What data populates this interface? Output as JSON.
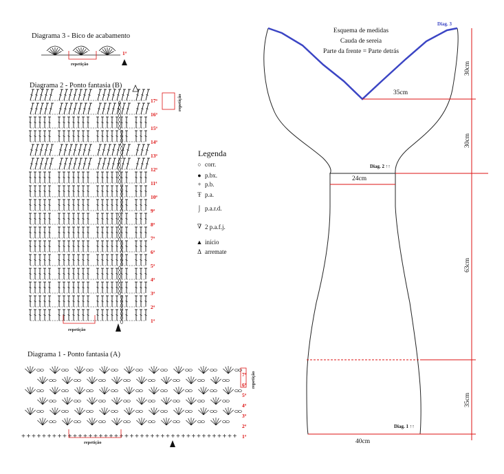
{
  "diagram3": {
    "title": "Diagrama 3 - Bico de acabamento",
    "repeat": "repetição",
    "row": "1ª"
  },
  "diagram2": {
    "title": "Diagrama 2 - Ponto fantasia (B)",
    "rows": [
      "1ª",
      "2ª",
      "3ª",
      "4ª",
      "5ª",
      "6ª",
      "7ª",
      "8ª",
      "9ª",
      "10ª",
      "11ª",
      "12ª",
      "13ª",
      "14ª",
      "15ª",
      "16ª",
      "17ª"
    ],
    "repeat": "repetição"
  },
  "diagram1": {
    "title": "Diagrama 1 - Ponto fantasia (A)",
    "rows": [
      "1ª",
      "2ª",
      "3ª",
      "4ª",
      "5ª",
      "6ª",
      "7ª"
    ],
    "repeat": "repetição"
  },
  "legend": {
    "title": "Legenda",
    "items": [
      {
        "symbol": "○",
        "label": "corr."
      },
      {
        "symbol": "●",
        "label": "p.bx."
      },
      {
        "symbol": "+",
        "label": "p.b."
      },
      {
        "symbol": "Ŧ",
        "label": "p.a."
      },
      {
        "symbol": "⌡",
        "label": "p.a.r.d."
      },
      {
        "symbol": "∇",
        "label": "2 p.a.f.j."
      },
      {
        "symbol": "▲",
        "label": "início"
      },
      {
        "symbol": "Δ",
        "label": "arremate"
      }
    ]
  },
  "schema": {
    "line1": "Esquema de medidas",
    "line2": "Cauda de sereia",
    "line3": "Parte da frente = Parte detrás",
    "diag3": "Diag. 3",
    "diag2": "Diag. 2 ↑↑",
    "diag1": "Diag. 1 ↑↑",
    "w35": "35cm",
    "w24": "24cm",
    "w40": "40cm",
    "h30a": "30cm",
    "h30b": "30cm",
    "h63": "63cm",
    "h35": "35cm",
    "accent": "#3b45c4",
    "redline": "#d11"
  }
}
